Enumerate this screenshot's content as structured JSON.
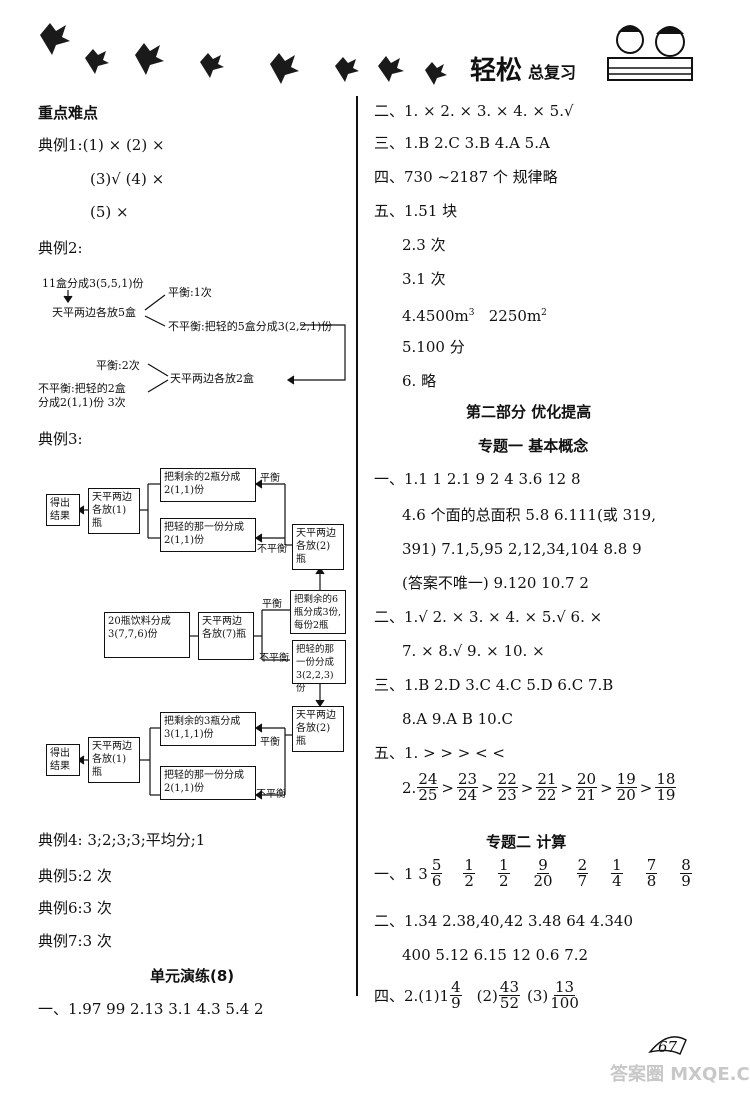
{
  "header": {
    "title_big": "轻松",
    "title_small": "总复习",
    "page_number": "67"
  },
  "left": {
    "section_title": "重点难点",
    "ex1": {
      "l1": "典例1:(1) ×   (2) ×",
      "l2": "(3)√   (4) ×",
      "l3": "(5) ×"
    },
    "ex2": {
      "label": "典例2:",
      "d_start": "11盒分成3(5,5,1)份",
      "d_step1": "天平两边各放5盒",
      "d_bal1": "平衡:1次",
      "d_unbal1": "不平衡:把轻的5盒分成3(2,2,1)份",
      "d_step2": "天平两边各放2盒",
      "d_bal2": "平衡:2次",
      "d_unbal2a": "不平衡:把轻的2盒",
      "d_unbal2b": "分成2(1,1)份 3次"
    },
    "ex3": {
      "label": "典例3:",
      "start": "20瓶饮料分成3(7,7,6)份",
      "step1": "天平两边各放(7)瓶",
      "bal": "平衡",
      "unbal": "不平衡",
      "top_split": "把剩余的6瓶分成3份,每份2瓶",
      "top_weigh": "天平两边各放(2)瓶",
      "top_rest": "把剩余的2瓶分成2(1,1)份",
      "top_light": "把轻的那一份分成2(1,1)份",
      "top_final": "天平两边各放(1)瓶",
      "top_result": "得出结果",
      "bot_split": "把轻的那一份分成3(2,2,3)份",
      "bot_weigh": "天平两边各放(2)瓶",
      "bot_rest": "把剩余的3瓶分成3(1,1,1)份",
      "bot_light": "把轻的那一份分成2(1,1)份",
      "bot_final": "天平两边各放(1)瓶",
      "bot_result": "得出结果"
    },
    "ex4": "典例4: 3;2;3;3;平均分;1",
    "ex5": "典例5:2 次",
    "ex6": "典例6:3 次",
    "ex7": "典例7:3 次",
    "unit_title": "单元演练(8)",
    "unit_line": "一、1.97   99   2.13   3.1   4.3   5.4   2"
  },
  "right": {
    "l1": "二、1. ×   2. ×   3. ×   4. ×   5.√",
    "l2": "三、1.B   2.C   3.B   4.A   5.A",
    "l3": "四、730 ~2187 个   规律略",
    "l4": "五、1.51 块",
    "l5": "2.3 次",
    "l6": "3.1 次",
    "l7a": "4.4500m",
    "l7b": "2250m",
    "l7_sup1": "3",
    "l7_sup2": "2",
    "l8": "5.100 分",
    "l9": "6. 略",
    "part2": "第二部分   优化提高",
    "topic1": "专题一   基本概念",
    "t1_1": "一、1.1   1   2.1   9   2   4   3.6   12   8",
    "t1_2": "4.6 个面的总面积   5.8   6.111(或 319,",
    "t1_3": "391)   7.1,5,95   2,12,34,104   8.8   9",
    "t1_4": "(答案不唯一)   9.120   10.7   2",
    "t1_5": "二、1.√   2. ×   3. ×   4. ×   5.√   6. ×",
    "t1_6": "7. ×   8.√   9. ×   10. ×",
    "t1_7": "三、1.B   2.D   3.C   4.C   5.D   6.C   7.B",
    "t1_8": "8.A   9.A   B   10.C",
    "t1_9": "五、1. >     >     >     <     <",
    "t1_10_prefix": "2.",
    "t1_10_fracs": [
      [
        "24",
        "25"
      ],
      [
        "23",
        "24"
      ],
      [
        "22",
        "23"
      ],
      [
        "21",
        "22"
      ],
      [
        "20",
        "21"
      ],
      [
        "19",
        "20"
      ],
      [
        "18",
        "19"
      ]
    ],
    "t1_10_sep": ">",
    "topic2": "专题二   计算",
    "t2_1_prefix": "一、1   3",
    "t2_1_fracs": [
      [
        "5",
        "6"
      ],
      [
        "1",
        "2"
      ],
      [
        "1",
        "2"
      ],
      [
        "9",
        "20"
      ],
      [
        "2",
        "7"
      ],
      [
        "1",
        "4"
      ],
      [
        "7",
        "8"
      ],
      [
        "8",
        "9"
      ]
    ],
    "t2_2": "二、1.34   2.38,40,42   3.48   64   4.340",
    "t2_3": "400   5.12   6.15   12   0.6   7.2",
    "t2_4_prefix": "四、2.(1)1",
    "t2_4_f1": [
      "4",
      "9"
    ],
    "t2_4_mid": "(2)",
    "t2_4_f2": [
      "43",
      "52"
    ],
    "t2_4_mid2": "(3)",
    "t2_4_f3": [
      "13",
      "100"
    ]
  },
  "watermark": "答案圈 MXQE.COM"
}
